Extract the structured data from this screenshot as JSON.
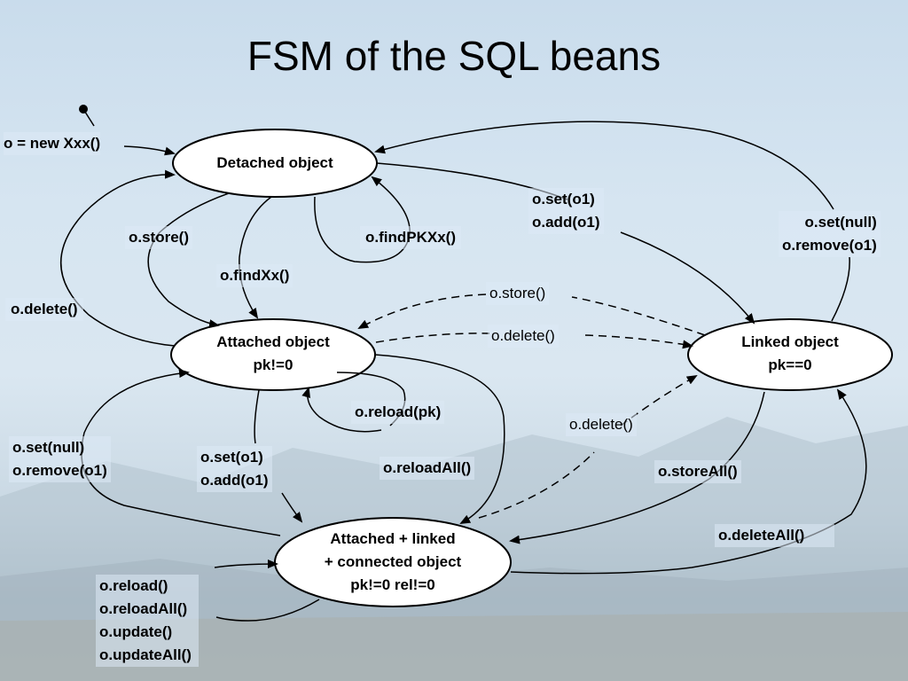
{
  "title": "FSM of the SQL beans",
  "states": {
    "detached": "Detached object",
    "attached_1": "Attached object",
    "attached_2": "pk!=0",
    "linked_1": "Linked object",
    "linked_2": "pk==0",
    "connected_1": "Attached + linked",
    "connected_2": "+ connected object",
    "connected_3": "pk!=0 rel!=0"
  },
  "transitions": {
    "new": "o = new Xxx()",
    "store": "o.store()",
    "findXx": "o.findXx()",
    "findPKXx": "o.findPKXx()",
    "delete_left": "o.delete()",
    "set_add_1": "o.set(o1)",
    "set_add_2": "o.add(o1)",
    "set_null_right_1": "o.set(null)",
    "set_null_right_2": "o.remove(o1)",
    "store_dashed": "o.store()",
    "delete_dashed": "o.delete()",
    "reload_pk": "o.reload(pk)",
    "delete_dashed_2": "o.delete()",
    "set_null_left_1": "o.set(null)",
    "set_null_left_2": "o.remove(o1)",
    "set_add_low_1": "o.set(o1)",
    "set_add_low_2": "o.add(o1)",
    "reloadAll": "o.reloadAll()",
    "storeAll": "o.storeAll()",
    "deleteAll": "o.deleteAll()",
    "self_1": "o.reload()",
    "self_2": "o.reloadAll()",
    "self_3": "o.update()",
    "self_4": "o.updateAll()"
  }
}
